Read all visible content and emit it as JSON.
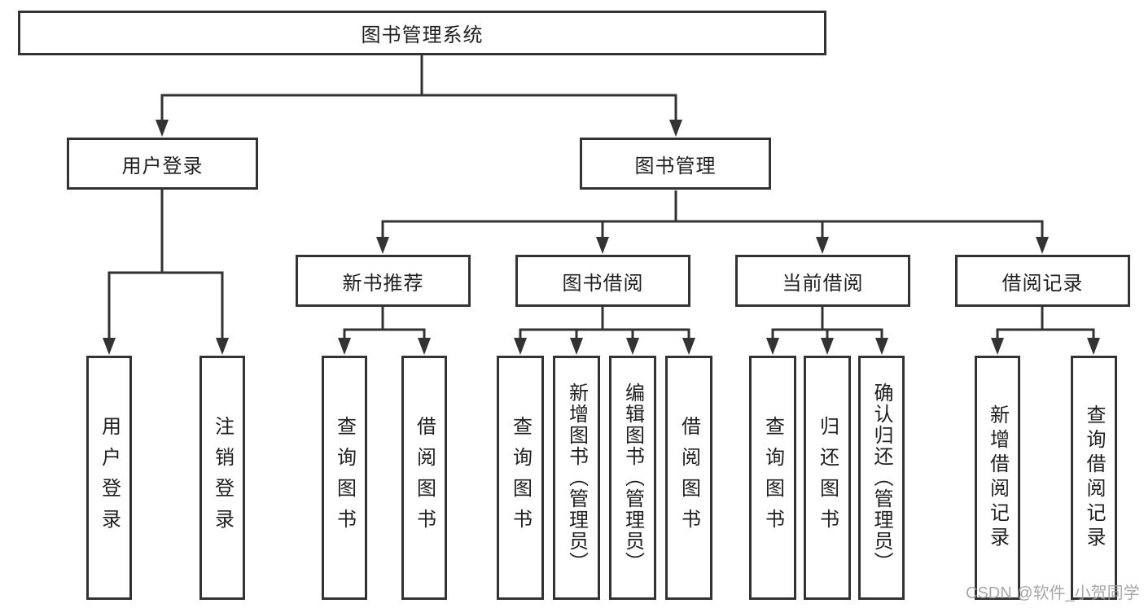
{
  "diagram": {
    "type": "hierarchy-tree",
    "orientation": "top-down",
    "nodes": {
      "root": {
        "label": "图书管理系统"
      },
      "user_login": {
        "label": "用户登录"
      },
      "book_mgmt": {
        "label": "图书管理"
      },
      "new_book_rec": {
        "label": "新书推荐"
      },
      "book_borrow": {
        "label": "图书借阅"
      },
      "current_borrow": {
        "label": "当前借阅"
      },
      "borrow_records": {
        "label": "借阅记录"
      },
      "leaf_user_login": {
        "label": "用户登录"
      },
      "leaf_logout": {
        "label": "注销登录"
      },
      "leaf_query_book_nbr": {
        "label": "查询图书"
      },
      "leaf_borrow_book_nbr": {
        "label": "借阅图书"
      },
      "leaf_query_book_bb": {
        "label": "查询图书"
      },
      "leaf_add_book": {
        "label": "新增图书（管理员）"
      },
      "leaf_edit_book": {
        "label": "编辑图书（管理员）"
      },
      "leaf_borrow_book_bb": {
        "label": "借阅图书"
      },
      "leaf_query_book_cb": {
        "label": "查询图书"
      },
      "leaf_return_book": {
        "label": "归还图书"
      },
      "leaf_confirm_return": {
        "label": "确认归还（管理员）"
      },
      "leaf_add_borrow_record": {
        "label": "新增借阅记录"
      },
      "leaf_query_borrow_record": {
        "label": "查询借阅记录"
      }
    },
    "hierarchy": {
      "图书管理系统": {
        "用户登录": [
          "用户登录",
          "注销登录"
        ],
        "图书管理": {
          "新书推荐": [
            "查询图书",
            "借阅图书"
          ],
          "图书借阅": [
            "查询图书",
            "新增图书（管理员）",
            "编辑图书（管理员）",
            "借阅图书"
          ],
          "当前借阅": [
            "查询图书",
            "归还图书",
            "确认归还（管理员）"
          ],
          "借阅记录": [
            "新增借阅记录",
            "查询借阅记录"
          ]
        }
      }
    },
    "colors": {
      "line": "#333333",
      "box_border": "#333333",
      "box_fill": "#ffffff",
      "text": "#1f1f1f",
      "background": "#ffffff",
      "watermark": "#9e9e9e"
    }
  },
  "watermark": {
    "text": "CSDN @软件_小贺同学"
  }
}
